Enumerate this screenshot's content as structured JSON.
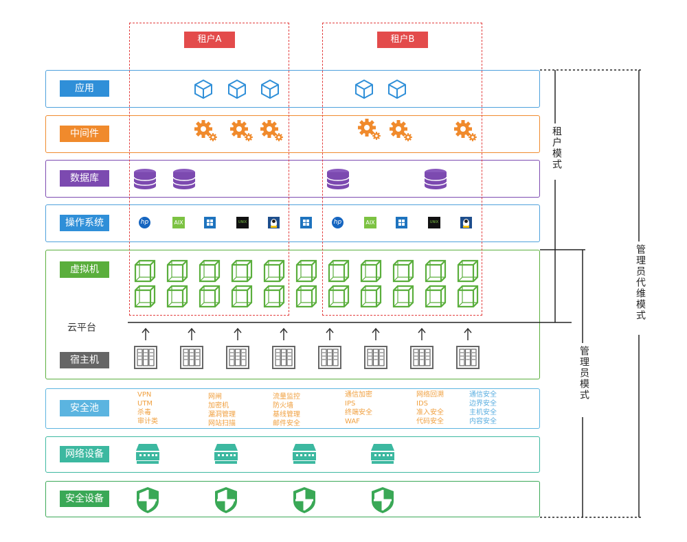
{
  "tenants": [
    {
      "label": "租户A"
    },
    {
      "label": "租户B"
    }
  ],
  "layers": {
    "app": {
      "label": "应用"
    },
    "middleware": {
      "label": "中间件"
    },
    "database": {
      "label": "数据库"
    },
    "os": {
      "label": "操作系统"
    },
    "vm": {
      "label": "虚拟机"
    },
    "cloud": {
      "label": "云平台"
    },
    "host": {
      "label": "宿主机"
    },
    "secpool": {
      "label": "安全池"
    },
    "netdev": {
      "label": "网络设备"
    },
    "secdev": {
      "label": "安全设备"
    }
  },
  "os_icons": [
    "hp",
    "AIX",
    "windows",
    "UNIX",
    "linux",
    "windows",
    "hp",
    "AIX",
    "windows",
    "UNIX",
    "linux"
  ],
  "security_pool": [
    {
      "lines": "VPN\nUTM\n杀毒\n审计类",
      "color": "#f0a040"
    },
    {
      "lines": "网闸\n加密机\n漏洞管理\n网站扫描",
      "color": "#f0a040"
    },
    {
      "lines": "流量监控\n防火墙\n基线管理\n邮件安全",
      "color": "#f0a040"
    },
    {
      "lines": "通信加密\nIPS\n终端安全\nWAF",
      "color": "#f0a040"
    },
    {
      "lines": "网络回溯\nIDS\n准入安全\n代码安全",
      "color": "#f0a040"
    },
    {
      "lines": "通信安全\n边界安全\n主机安全\n内容安全",
      "color": "#5aaee0"
    }
  ],
  "side_labels": {
    "tenant_mode": "租户模式",
    "admin_mode": "管理员模式",
    "admin_proxy_mode": "管理员代维模式"
  },
  "colors": {
    "blue": "#2f8fd8",
    "orange": "#f08a2c",
    "purple": "#7c4ab0",
    "green": "#5aae3c",
    "lightblue": "#5bb4e0",
    "teal": "#3cb8a0",
    "green2": "#3aa856",
    "red": "#e34b4b"
  }
}
